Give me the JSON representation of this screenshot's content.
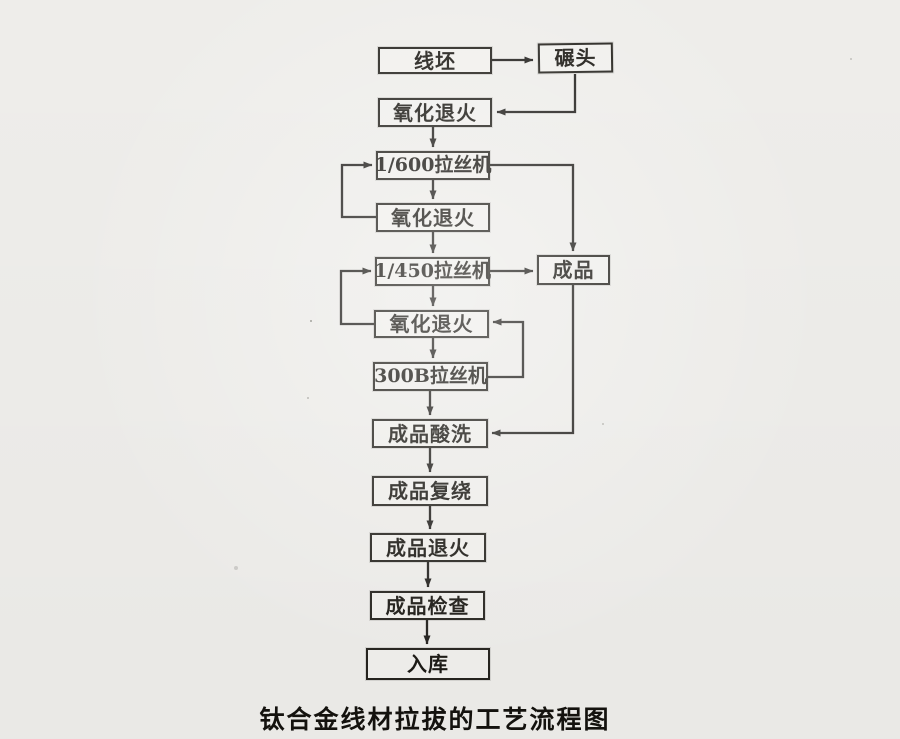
{
  "diagram": {
    "caption": "钛合金线材拉拔的工艺流程图",
    "nodes": [
      {
        "id": "wire-billet",
        "label": "线坯"
      },
      {
        "id": "roll-head",
        "label": "碾头"
      },
      {
        "id": "oxidation-anneal-1",
        "label": "氧化退火"
      },
      {
        "id": "drawing-machine-1-600",
        "label": "1/600拉丝机"
      },
      {
        "id": "oxidation-anneal-2",
        "label": "氧化退火"
      },
      {
        "id": "drawing-machine-1-450",
        "label": "1/450拉丝机"
      },
      {
        "id": "finished-product",
        "label": "成品"
      },
      {
        "id": "oxidation-anneal-3",
        "label": "氧化退火"
      },
      {
        "id": "drawing-machine-300B",
        "label": "300B拉丝机"
      },
      {
        "id": "product-pickling",
        "label": "成品酸洗"
      },
      {
        "id": "product-rewinding",
        "label": "成品复绕"
      },
      {
        "id": "product-annealing",
        "label": "成品退火"
      },
      {
        "id": "product-inspection",
        "label": "成品检查"
      },
      {
        "id": "warehousing",
        "label": "入库"
      }
    ],
    "edges": [
      {
        "from": "线坯",
        "to": "碾头",
        "type": "forward"
      },
      {
        "from": "碾头",
        "to": "氧化退火#1",
        "type": "forward"
      },
      {
        "from": "氧化退火#1",
        "to": "1/600拉丝机",
        "type": "forward"
      },
      {
        "from": "1/600拉丝机",
        "to": "氧化退火#2",
        "type": "forward"
      },
      {
        "from": "氧化退火#2",
        "to": "1/600拉丝机",
        "type": "loop-back"
      },
      {
        "from": "1/600拉丝机",
        "to": "成品",
        "type": "branch"
      },
      {
        "from": "氧化退火#2",
        "to": "1/450拉丝机",
        "type": "forward"
      },
      {
        "from": "1/450拉丝机",
        "to": "成品",
        "type": "branch"
      },
      {
        "from": "1/450拉丝机",
        "to": "氧化退火#3",
        "type": "forward"
      },
      {
        "from": "氧化退火#3",
        "to": "1/450拉丝机",
        "type": "loop-back"
      },
      {
        "from": "氧化退火#3",
        "to": "300B拉丝机",
        "type": "forward"
      },
      {
        "from": "300B拉丝机",
        "to": "氧化退火#3",
        "type": "loop-back"
      },
      {
        "from": "300B拉丝机",
        "to": "成品酸洗",
        "type": "forward"
      },
      {
        "from": "成品",
        "to": "成品酸洗",
        "type": "forward"
      },
      {
        "from": "成品酸洗",
        "to": "成品复绕",
        "type": "forward"
      },
      {
        "from": "成品复绕",
        "to": "成品退火",
        "type": "forward"
      },
      {
        "from": "成品退火",
        "to": "成品检查",
        "type": "forward"
      },
      {
        "from": "成品检查",
        "to": "入库",
        "type": "forward"
      }
    ],
    "ink_color": "#23211e",
    "paper_color": "#f2f1ee"
  }
}
